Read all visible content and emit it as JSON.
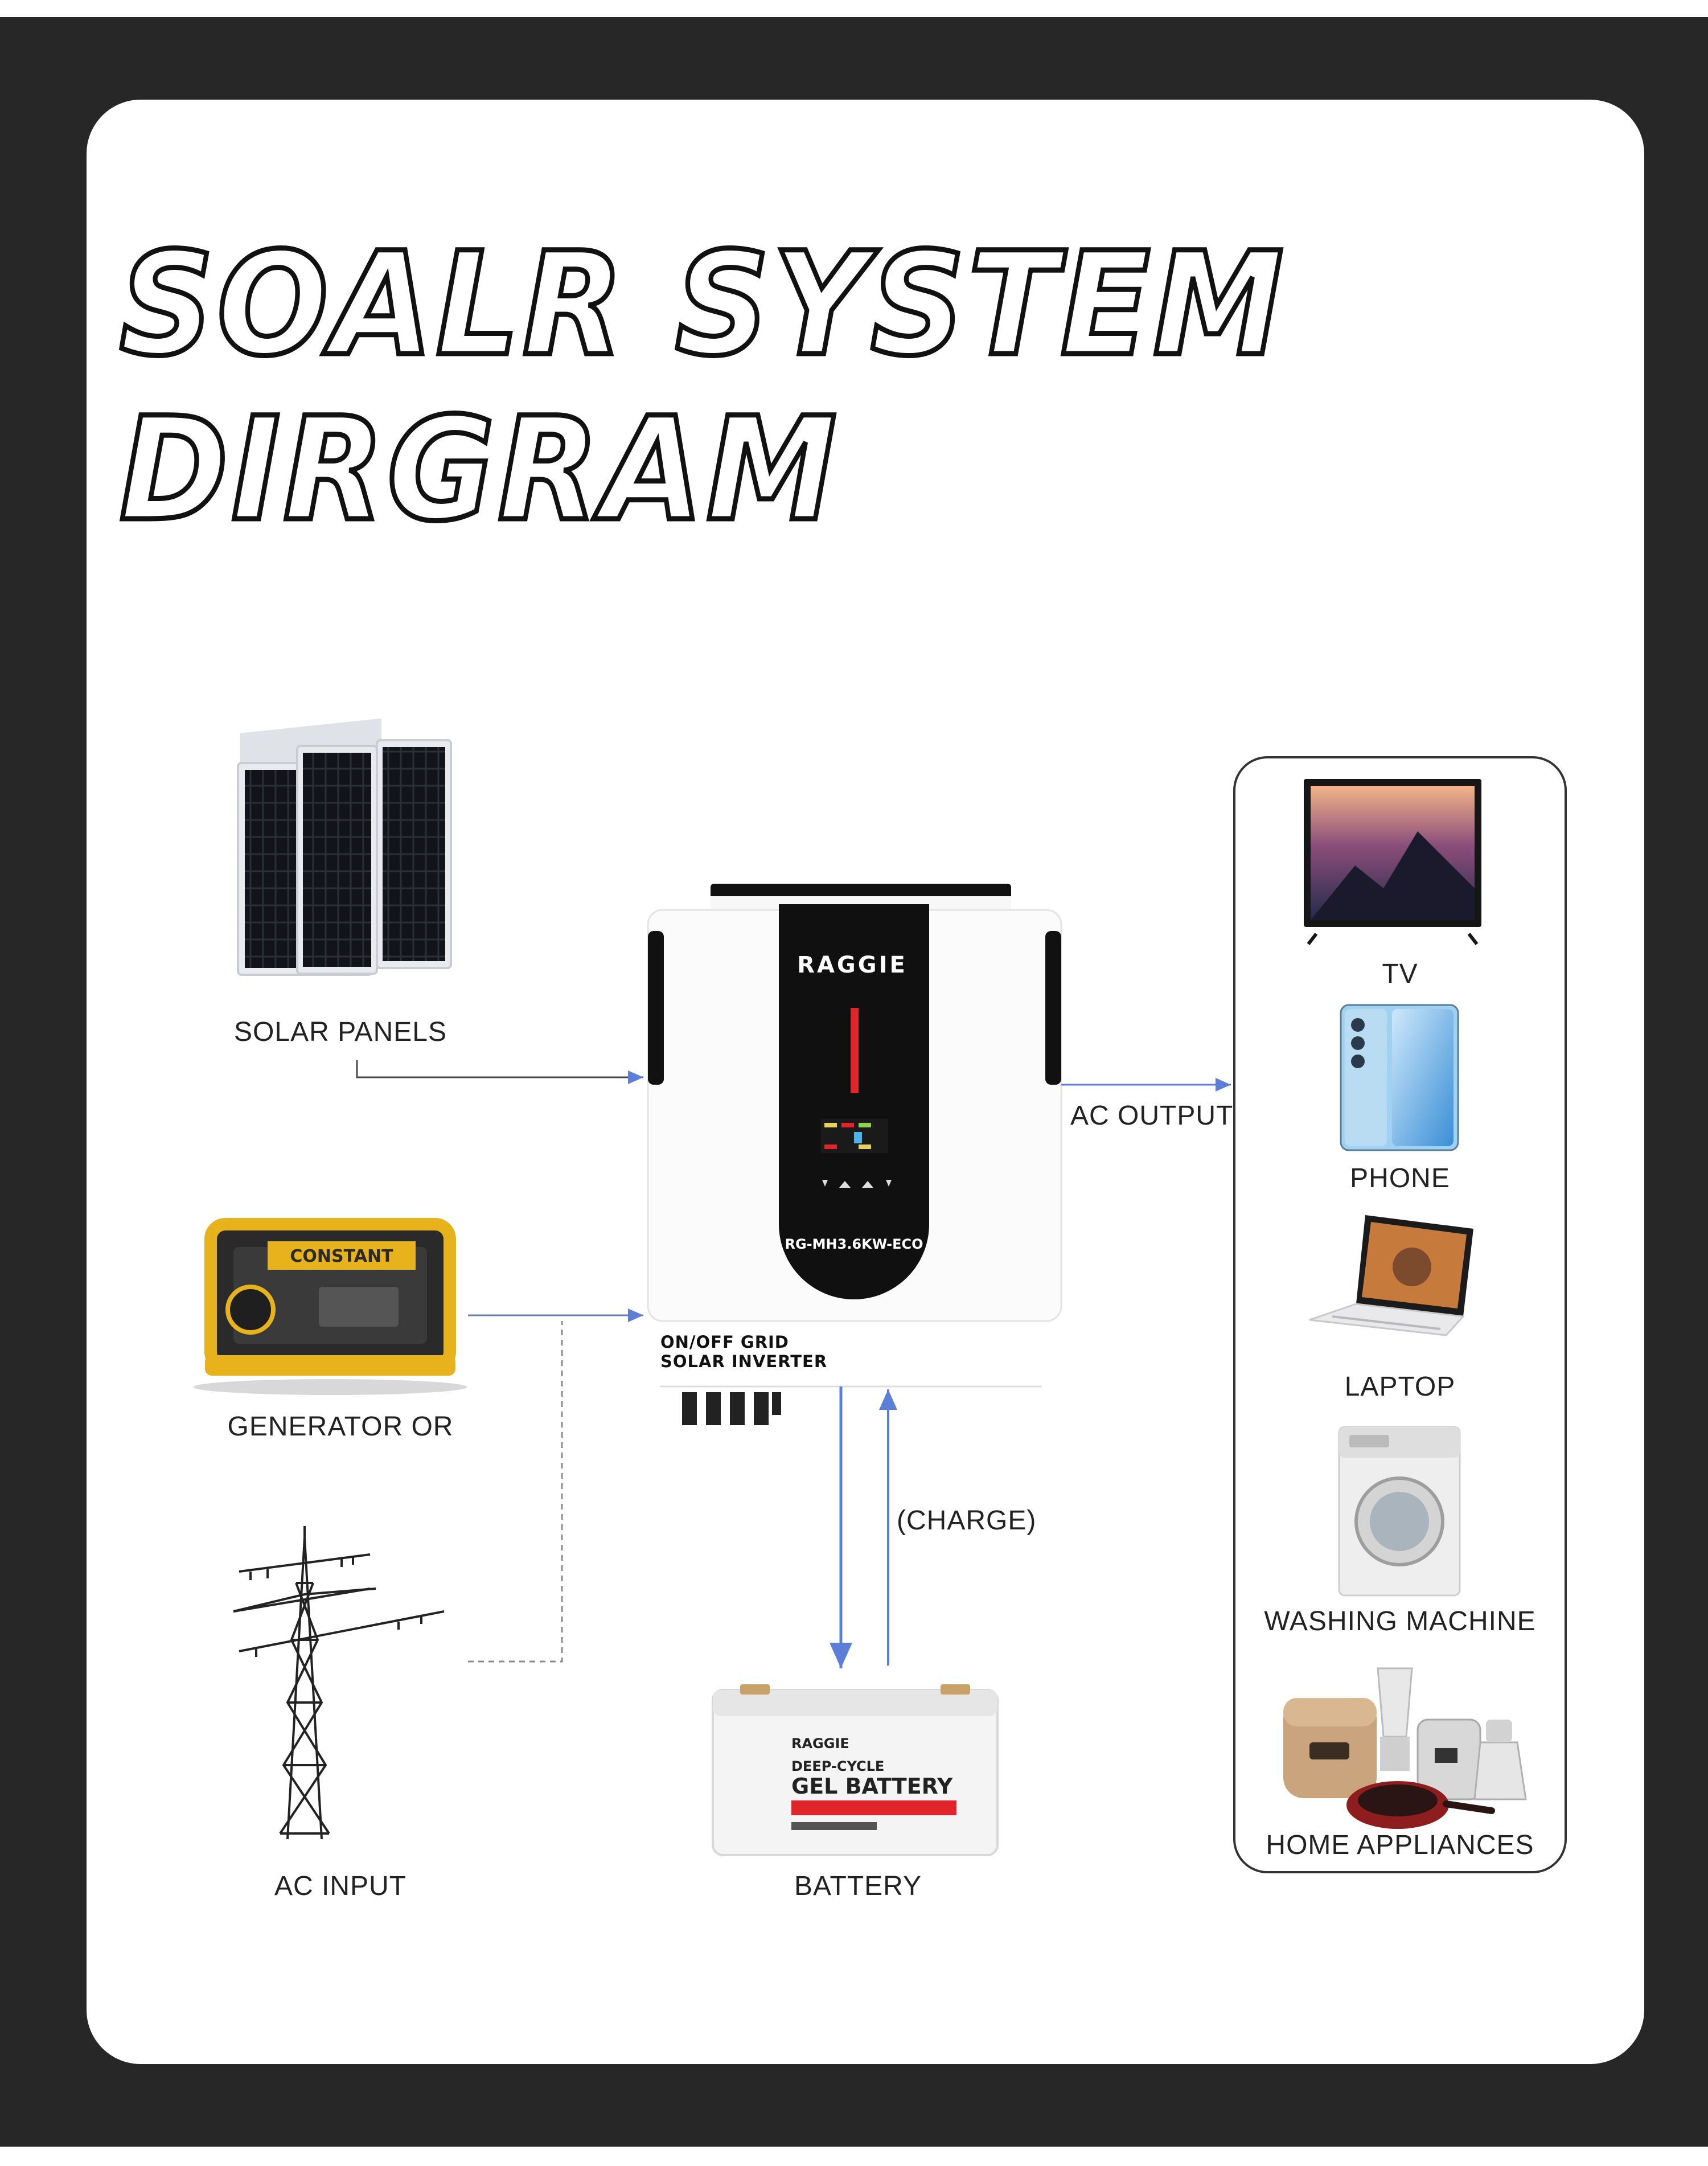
{
  "title": {
    "line1": "SOALR SYSTEM",
    "line2": "DIRGRAM"
  },
  "inputs": {
    "solar_panels": "SOLAR PANELS",
    "generator": "GENERATOR OR",
    "ac_input": "AC INPUT"
  },
  "inverter": {
    "brand": "RAGGIE",
    "model": "RG-MH3.6KW-ECO",
    "label_line1": "ON/OFF GRID",
    "label_line2": "SOLAR INVERTER"
  },
  "links": {
    "ac_output": "AC OUTPUT",
    "charge": "(CHARGE)"
  },
  "battery": {
    "label": "BATTERY",
    "brand": "RAGGIE",
    "line1": "DEEP-CYCLE",
    "line2": "GEL BATTERY"
  },
  "outputs": {
    "tv": "TV",
    "phone": "PHONE",
    "laptop": "LAPTOP",
    "washing_machine": "WASHING MACHINE",
    "home_appliances": "HOME APPLIANCES"
  },
  "generator_brand": "CONSTANT",
  "colors": {
    "frame": "#272727",
    "arrow_blue": "#5b7fd6",
    "inverter_red": "#e0262b"
  }
}
